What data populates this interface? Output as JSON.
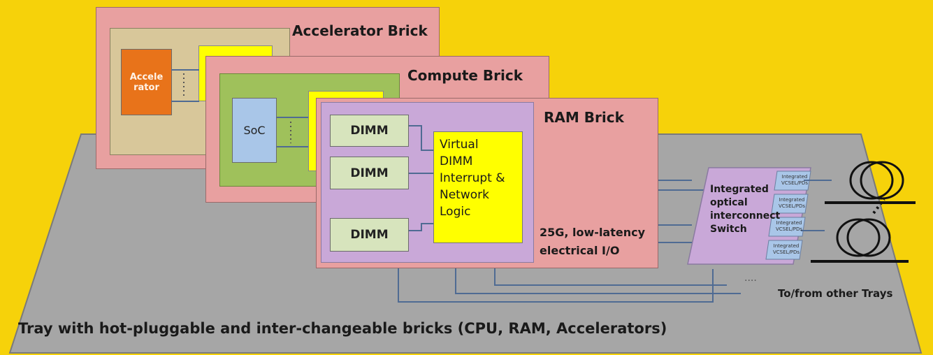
{
  "accelerator_brick": {
    "title": "Accelerator Brick",
    "accelerator_label_line1": "Accele",
    "accelerator_label_line2": "rator"
  },
  "compute_brick": {
    "title": "Compute Brick",
    "soc_label": "SoC"
  },
  "ram_brick": {
    "title": "RAM Brick",
    "dimm_labels": [
      "DIMM",
      "DIMM",
      "DIMM"
    ],
    "logic_lines": [
      "Virtual",
      "DIMM",
      "Interrupt &",
      "Network",
      "Logic"
    ],
    "io_label_line1": "25G, low-latency",
    "io_label_line2": "electrical I/O"
  },
  "optical_switch": {
    "label_lines": [
      "Integrated",
      "optical",
      "interconnect",
      "Switch"
    ],
    "vcsel_label_line1": "Integrated",
    "vcsel_label_line2": "VCSEL/PDs"
  },
  "tray": {
    "label": "Tray with hot-pluggable and inter-changeable bricks (CPU, RAM,  Accelerators)",
    "other_trays_label": "To/from other Trays"
  },
  "colors": {
    "background": "#f6d20a",
    "tray": "#a6a6a6",
    "brick": "#e8a0a0",
    "accelerator": "#e8731a",
    "compute_board": "#9fc15b",
    "soc": "#a9c6e8",
    "dimm": "#d7e4bd",
    "logic": "#ffff00",
    "ram_board": "#c9a8d8",
    "switch": "#c9a8d8"
  }
}
